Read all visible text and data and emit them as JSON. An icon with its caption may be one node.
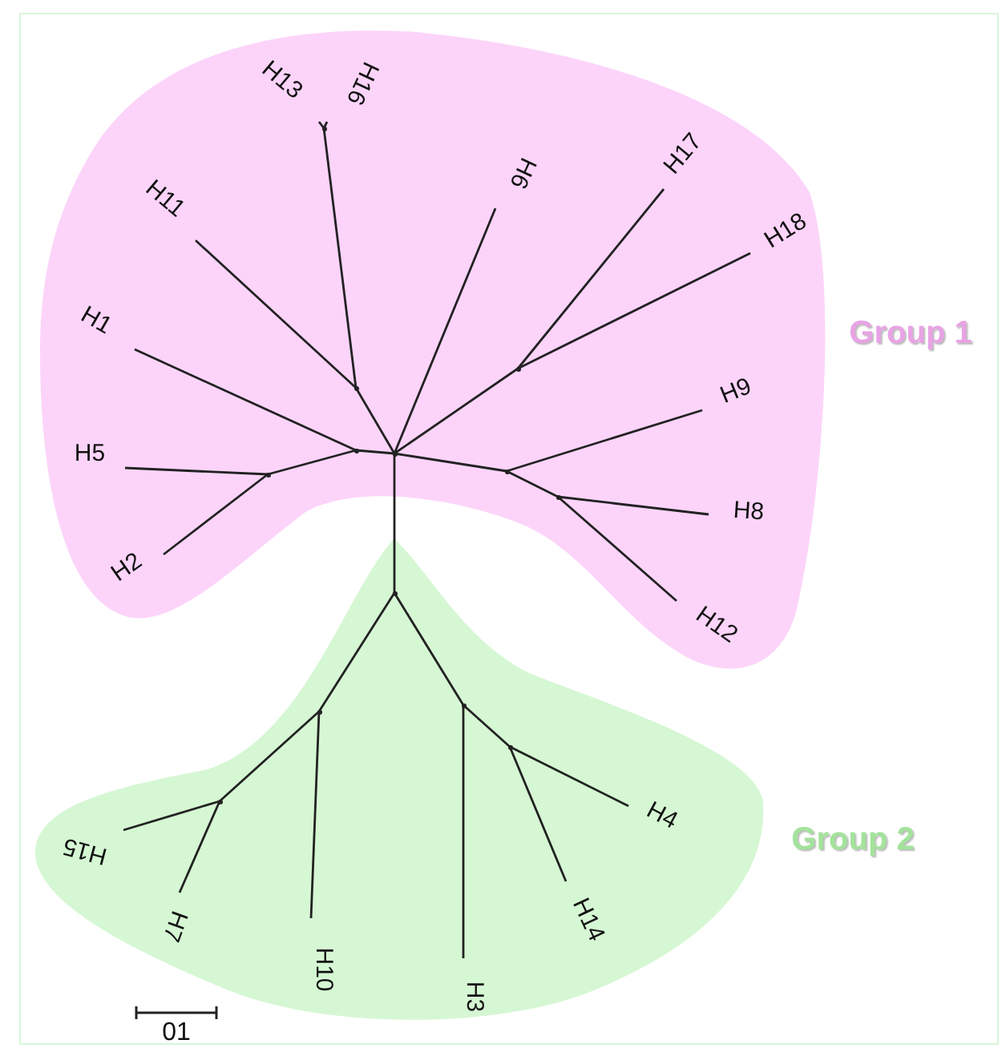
{
  "diagram": {
    "nodes": [
      {
        "text": [
          "Group 1"
        ]
      },
      {
        "text": [
          "Group 2"
        ]
      },
      {
        "text": [
          "H13"
        ],
        "in": 0
      },
      {
        "text": [
          "H16"
        ],
        "in": 0
      },
      {
        "text": [
          "H6"
        ],
        "in": 0
      },
      {
        "text": [
          "H17"
        ],
        "in": 0
      },
      {
        "text": [
          "H11"
        ],
        "in": 0
      },
      {
        "text": [
          "H18"
        ],
        "in": 0
      },
      {
        "text": [
          "H1"
        ],
        "in": 0
      },
      {
        "text": [
          "H9"
        ],
        "in": 0
      },
      {
        "text": [
          "H5"
        ],
        "in": 0
      },
      {
        "text": [
          "H8"
        ],
        "in": 0
      },
      {
        "text": [
          "H2"
        ],
        "in": 0
      },
      {
        "text": [
          "H12"
        ],
        "in": 0
      },
      {
        "text": [
          "H4"
        ],
        "in": 1
      },
      {
        "text": [
          "H15"
        ],
        "in": 1
      },
      {
        "text": [
          "H7"
        ],
        "in": 1
      },
      {
        "text": [
          "H14"
        ],
        "in": 1
      },
      {
        "text": [
          "H10"
        ],
        "in": 1
      },
      {
        "text": [
          "H3"
        ],
        "in": 1
      },
      {
        "text": [],
        "shape": "point",
        "in": 0
      },
      {
        "text": [],
        "shape": "point",
        "in": 0
      },
      {
        "text": [],
        "shape": "point",
        "in": 0
      },
      {
        "text": [],
        "shape": "point",
        "in": 0
      },
      {
        "text": [],
        "shape": "point",
        "in": 0
      },
      {
        "text": [],
        "shape": "point",
        "in": 0
      },
      {
        "text": [],
        "shape": "point",
        "in": 0
      },
      {
        "text": [],
        "shape": "point",
        "in": 0
      },
      {
        "text": [],
        "shape": "point",
        "in": 1
      },
      {
        "text": [],
        "shape": "point",
        "in": 1
      },
      {
        "text": [],
        "shape": "point",
        "in": 1
      },
      {
        "text": [],
        "shape": "point",
        "in": 1
      },
      {
        "text": [],
        "shape": "point",
        "in": 1
      }
    ],
    "edges": [
      {
        "from": 20,
        "to": 21,
        "arrow": "none"
      },
      {
        "from": 21,
        "to": 6,
        "arrow": "none"
      },
      {
        "from": 21,
        "to": 22,
        "arrow": "none"
      },
      {
        "from": 22,
        "to": 2,
        "arrow": "none"
      },
      {
        "from": 22,
        "to": 3,
        "arrow": "none"
      },
      {
        "from": 20,
        "to": 23,
        "arrow": "none"
      },
      {
        "from": 23,
        "to": 8,
        "arrow": "none"
      },
      {
        "from": 23,
        "to": 24,
        "arrow": "none"
      },
      {
        "from": 24,
        "to": 10,
        "arrow": "none"
      },
      {
        "from": 24,
        "to": 12,
        "arrow": "none"
      },
      {
        "from": 20,
        "to": 4,
        "arrow": "none"
      },
      {
        "from": 20,
        "to": 27,
        "arrow": "none"
      },
      {
        "from": 27,
        "to": 5,
        "arrow": "none"
      },
      {
        "from": 27,
        "to": 7,
        "arrow": "none"
      },
      {
        "from": 20,
        "to": 25,
        "arrow": "none"
      },
      {
        "from": 25,
        "to": 9,
        "arrow": "none"
      },
      {
        "from": 25,
        "to": 26,
        "arrow": "none"
      },
      {
        "from": 26,
        "to": 11,
        "arrow": "none"
      },
      {
        "from": 26,
        "to": 13,
        "arrow": "none"
      },
      {
        "from": 20,
        "to": 28,
        "arrow": "none"
      },
      {
        "from": 28,
        "to": 29,
        "arrow": "none"
      },
      {
        "from": 29,
        "to": 18,
        "arrow": "none"
      },
      {
        "from": 29,
        "to": 30,
        "arrow": "none"
      },
      {
        "from": 30,
        "to": 15,
        "arrow": "none"
      },
      {
        "from": 30,
        "to": 16,
        "arrow": "none"
      },
      {
        "from": 28,
        "to": 31,
        "arrow": "none"
      },
      {
        "from": 31,
        "to": 19,
        "arrow": "none"
      },
      {
        "from": 31,
        "to": 32,
        "arrow": "none"
      },
      {
        "from": 32,
        "to": 14,
        "arrow": "none"
      },
      {
        "from": 32,
        "to": 17,
        "arrow": "none"
      }
    ],
    "labels": [
      "01"
    ]
  }
}
